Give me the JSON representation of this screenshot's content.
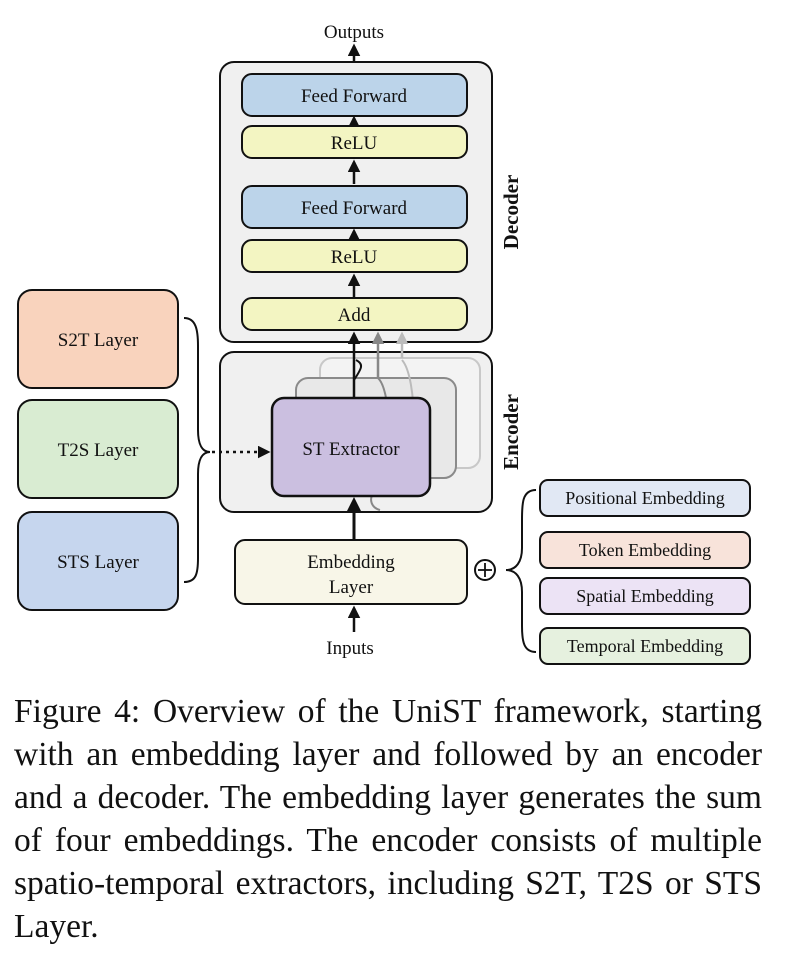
{
  "outputs_label": "Outputs",
  "inputs_label": "Inputs",
  "decoder": {
    "title": "Decoder",
    "blocks": [
      "Feed Forward",
      "ReLU",
      "Feed Forward",
      "ReLU",
      "Add"
    ]
  },
  "encoder": {
    "title": "Encoder",
    "extractor_label": "ST Extractor"
  },
  "embedding_layer": {
    "line1": "Embedding",
    "line2": "Layer"
  },
  "plus_symbol": "⊕",
  "layers": [
    "S2T Layer",
    "T2S Layer",
    "STS Layer"
  ],
  "embeddings": [
    "Positional Embedding",
    "Token Embedding",
    "Spatial Embedding",
    "Temporal Embedding"
  ],
  "colors": {
    "feed_forward": "#bcd4ea",
    "relu_add": "#f3f5c2",
    "panel": "#f0f0f0",
    "extractor": "#cbbfe0",
    "s2t": "#f9d3bd",
    "t2s": "#d9ecd2",
    "sts": "#c6d6ee",
    "embedding_layer": "#f8f6e8",
    "positional": "#e1e8f4",
    "token": "#f8e3da",
    "spatial": "#ece3f5",
    "temporal": "#e6f1df"
  },
  "caption": "Figure 4: Overview of the UniST framework, starting with an embedding layer and followed by an encoder and a decoder. The embedding layer generates the sum of four embeddings. The encoder consists of multiple spatio-temporal extractors, including S2T, T2S or STS Layer."
}
